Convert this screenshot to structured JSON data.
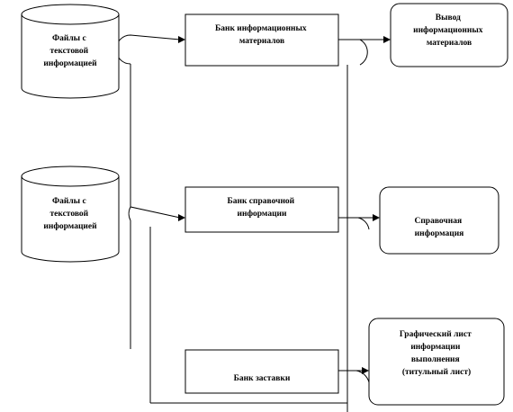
{
  "cylinders": [
    {
      "lines": [
        "Файлы с",
        "текстовой",
        "информацией"
      ]
    },
    {
      "lines": [
        "Файлы с",
        "текстовой",
        "информацией"
      ]
    }
  ],
  "banks": [
    {
      "lines": [
        "Банк информационных",
        "материалов"
      ]
    },
    {
      "lines": [
        "Банк справочной",
        "информации"
      ]
    },
    {
      "lines": [
        "Банк заставки"
      ]
    }
  ],
  "outputs": [
    {
      "lines": [
        "Вывод",
        "информационных",
        "материалов"
      ]
    },
    {
      "lines": [
        "Справочная",
        "информация"
      ]
    },
    {
      "lines": [
        "Графический лист",
        "информации",
        "выполнения",
        "(титульный лист)"
      ]
    }
  ]
}
